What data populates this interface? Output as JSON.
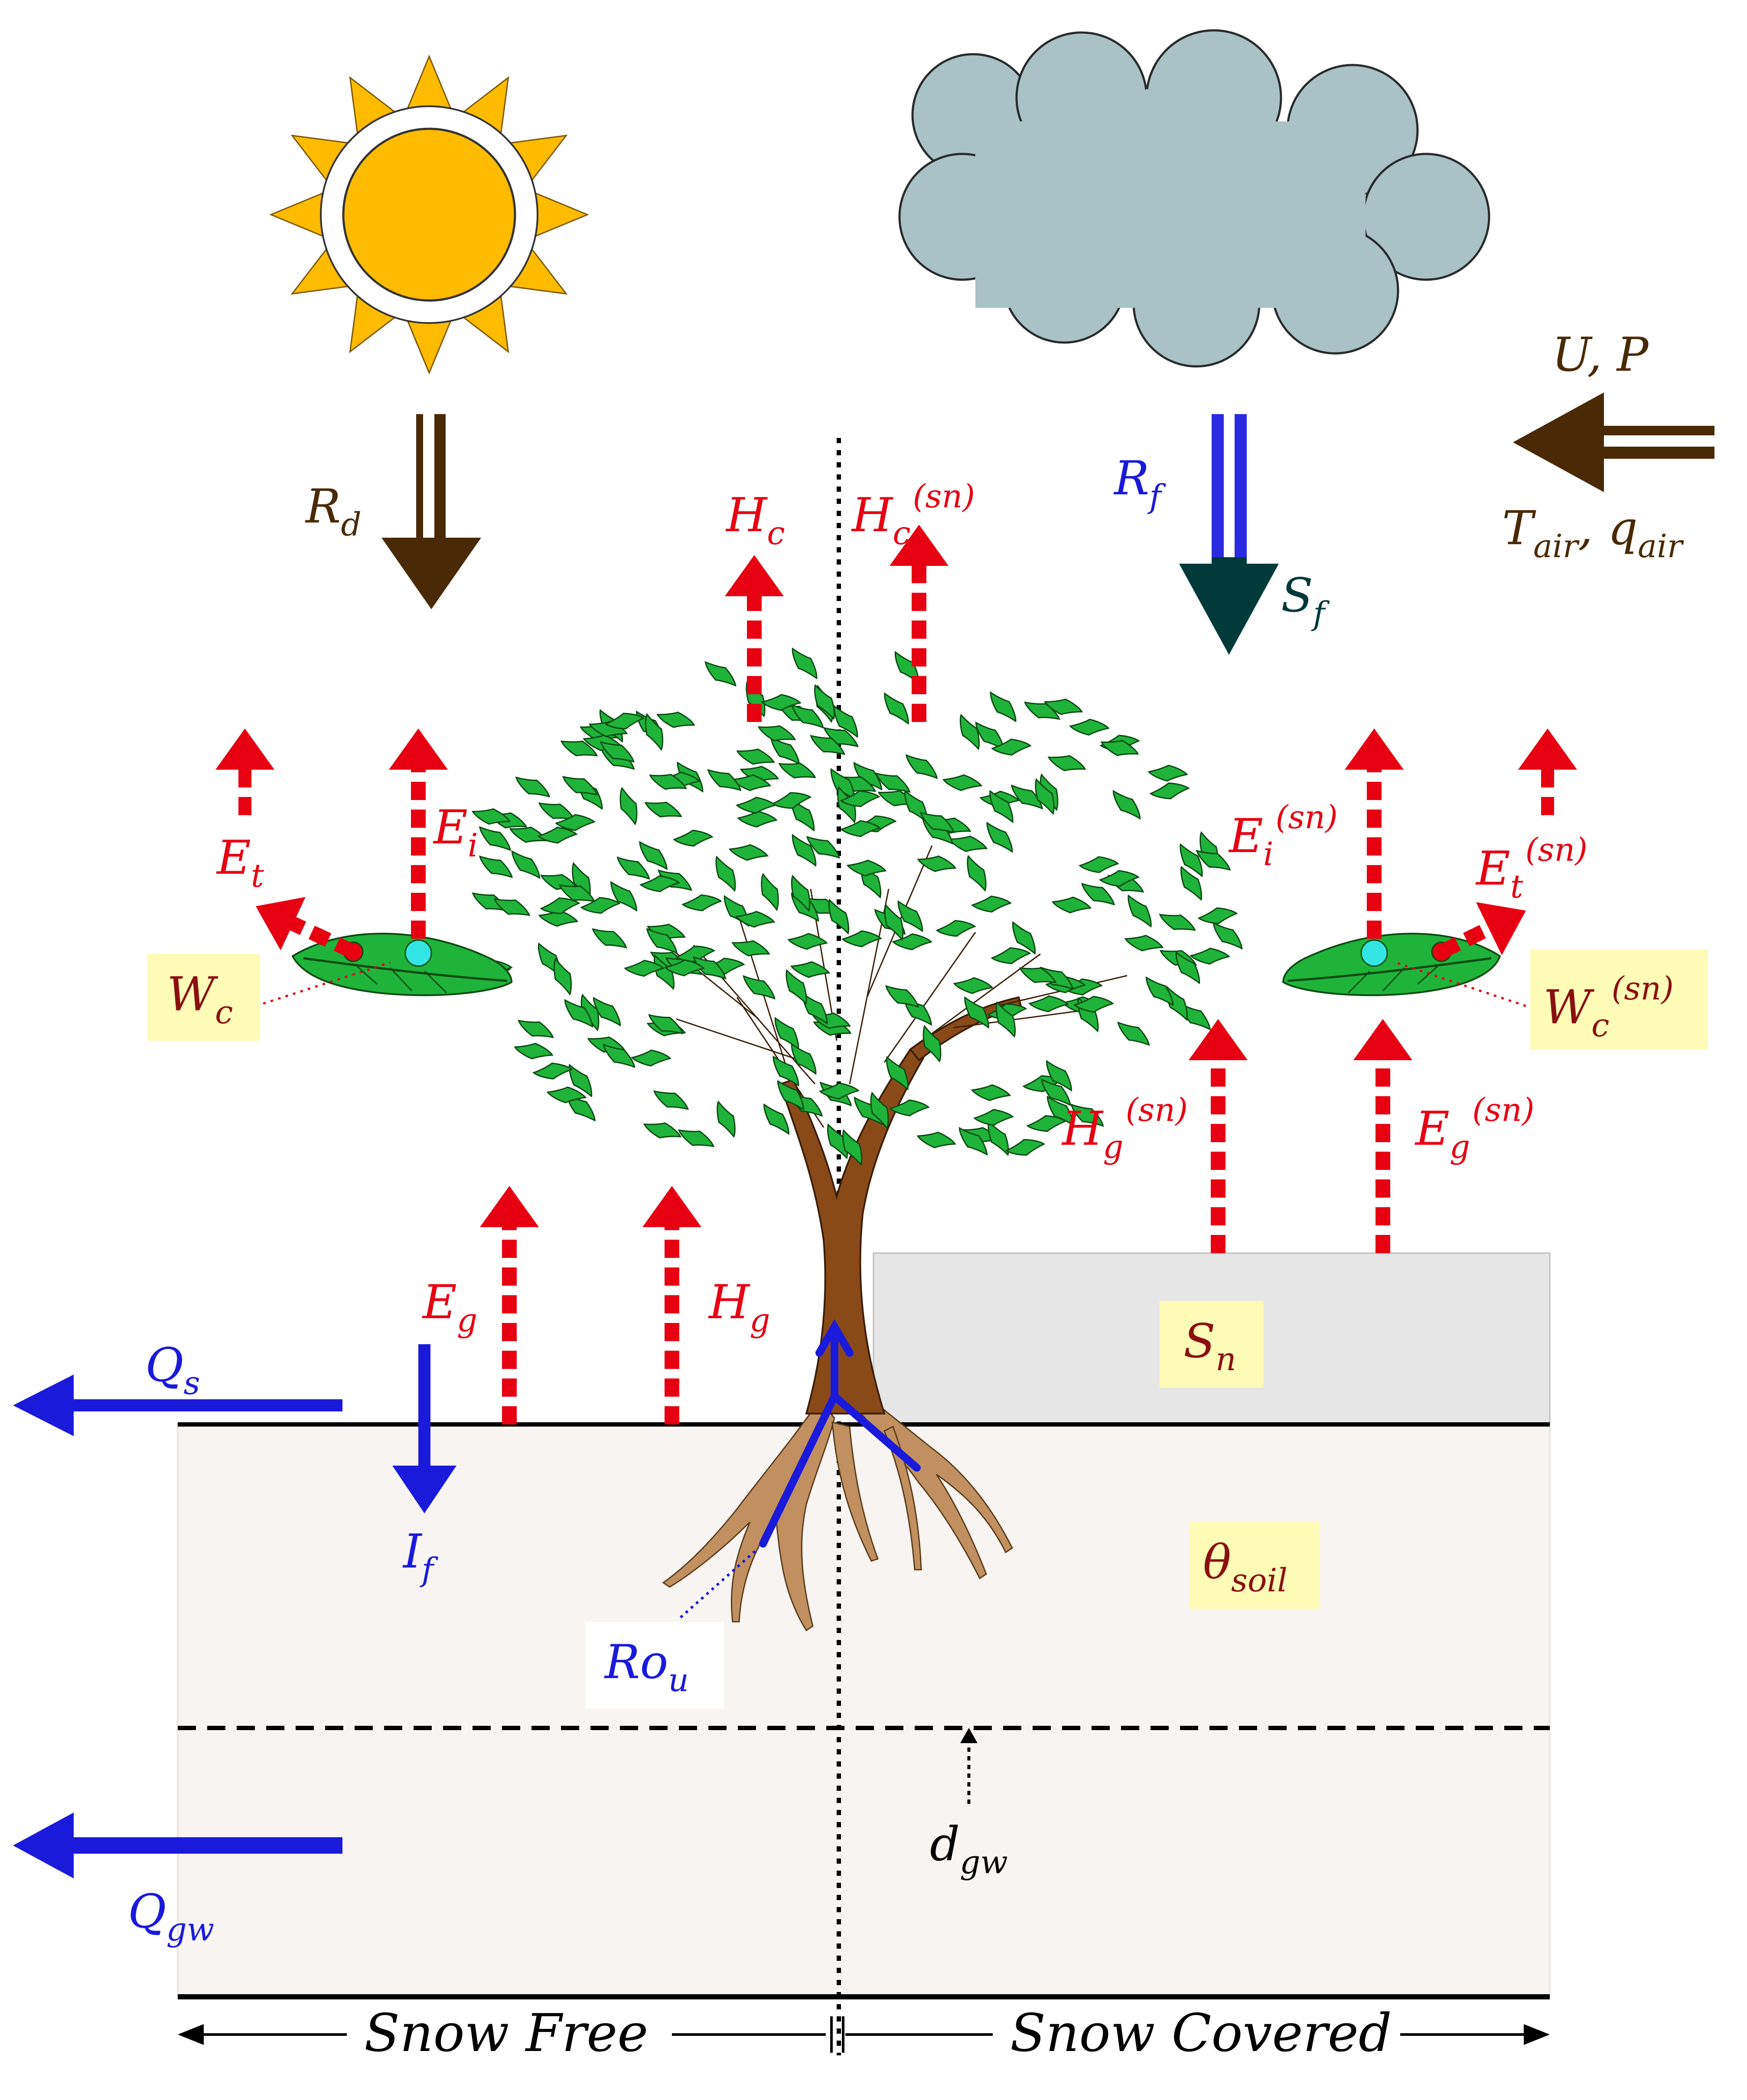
{
  "colors": {
    "heat_flux": "#e60012",
    "water_flux": "#1a1adb",
    "atmos": "#4a2a06",
    "snowfall": "#003a3a",
    "label_box": "#fdfbb6",
    "soil": "#f8f4f1",
    "snowpack": "#e6e6e6",
    "sun": "#ffbb00",
    "cloud": "#a8c2c6",
    "leaf": "#1fb33a"
  },
  "icons": [
    "sun-icon",
    "cloud-icon",
    "tree-icon",
    "leaf-icon"
  ],
  "labels": {
    "Rd": {
      "base": "R",
      "sub": "d",
      "sup": ""
    },
    "Rf": {
      "base": "R",
      "sub": "f",
      "sup": ""
    },
    "Sf": {
      "base": "S",
      "sub": "f",
      "sup": ""
    },
    "UP": {
      "base": "U,  P",
      "sub": "",
      "sup": ""
    },
    "Tair": {
      "base": "T",
      "sub": "air",
      "sup": ""
    },
    "qair": {
      "base": ",  q",
      "sub": "air",
      "sup": ""
    },
    "Hc": {
      "base": "H",
      "sub": "c",
      "sup": ""
    },
    "Hc_sn": {
      "base": "H",
      "sub": "c",
      "sup": "(sn)"
    },
    "Et": {
      "base": "E",
      "sub": "t",
      "sup": ""
    },
    "Ei": {
      "base": "E",
      "sub": "i",
      "sup": ""
    },
    "Ei_sn": {
      "base": "E",
      "sub": "i",
      "sup": "(sn)"
    },
    "Et_sn": {
      "base": "E",
      "sub": "t",
      "sup": "(sn)"
    },
    "Wc": {
      "base": "W",
      "sub": "c",
      "sup": ""
    },
    "Wc_sn": {
      "base": "W",
      "sub": "c",
      "sup": "(sn)"
    },
    "Hg_sn": {
      "base": "H",
      "sub": "g",
      "sup": "(sn)"
    },
    "Eg_sn": {
      "base": "E",
      "sub": "g",
      "sup": "(sn)"
    },
    "Eg": {
      "base": "E",
      "sub": "g",
      "sup": ""
    },
    "Hg": {
      "base": "H",
      "sub": "g",
      "sup": ""
    },
    "Qs": {
      "base": "Q",
      "sub": "s",
      "sup": ""
    },
    "If": {
      "base": "I",
      "sub": "f",
      "sup": ""
    },
    "Sn": {
      "base": "S",
      "sub": "n",
      "sup": ""
    },
    "theta": {
      "base": "θ",
      "sub": "soil",
      "sup": ""
    },
    "Rou": {
      "base": "Ro",
      "sub": "u",
      "sup": ""
    },
    "dgw": {
      "base": "d",
      "sub": "gw",
      "sup": ""
    },
    "Qgw": {
      "base": "Q",
      "sub": "gw",
      "sup": ""
    }
  },
  "footer": {
    "left": "Snow Free",
    "right": "Snow Covered"
  }
}
